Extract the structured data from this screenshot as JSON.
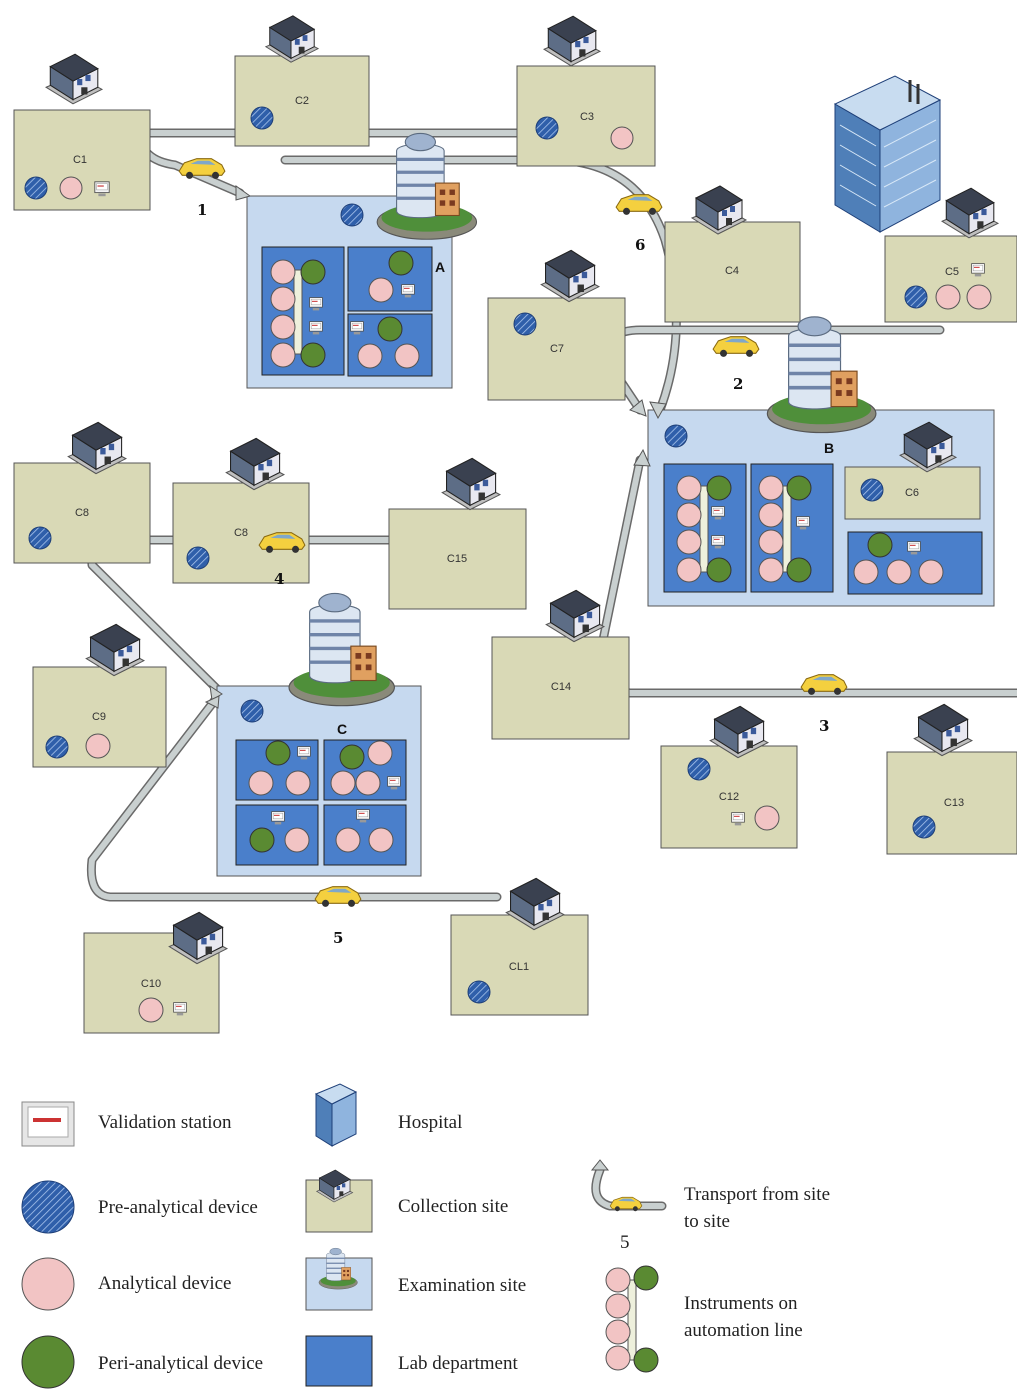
{
  "sites": [
    {
      "id": "c1",
      "label": "C1"
    },
    {
      "id": "c2",
      "label": "C2"
    },
    {
      "id": "c3",
      "label": "C3"
    },
    {
      "id": "c4",
      "label": "C4"
    },
    {
      "id": "c5",
      "label": "C5"
    },
    {
      "id": "c6",
      "label": "C6"
    },
    {
      "id": "c7",
      "label": "C7"
    },
    {
      "id": "c8a",
      "label": "C8"
    },
    {
      "id": "c8b",
      "label": "C8"
    },
    {
      "id": "c9",
      "label": "C9"
    },
    {
      "id": "c10",
      "label": "C10"
    },
    {
      "id": "c11",
      "label": "CL1"
    },
    {
      "id": "c12",
      "label": "C12"
    },
    {
      "id": "c13",
      "label": "C13"
    },
    {
      "id": "c14",
      "label": "C14"
    },
    {
      "id": "c15",
      "label": "C15"
    }
  ],
  "exam_sites": {
    "a": "A",
    "b": "B",
    "c": "C"
  },
  "routes": [
    "1",
    "2",
    "3",
    "4",
    "5",
    "6"
  ],
  "legend": {
    "validation_station": "Validation  station",
    "pre_analytical": "Pre-analytical  device",
    "analytical": "Analytical  device",
    "peri_analytical": "Peri-analytical  device",
    "hospital": "Hospital",
    "collection_site": "Collection  site",
    "examination_site": "Examination  site",
    "lab_department": "Lab department",
    "transport_line1": "Transport from site",
    "transport_line2": "to site",
    "transport_number": "5",
    "instruments_line1": "Instruments on",
    "instruments_line2": "automation line"
  },
  "colors": {
    "collection_fill": "#d9d9b6",
    "exam_fill": "#c6d9ef",
    "lab_fill": "#4a7fcb",
    "pre_analytical": "#2f5faa",
    "analytical": "#f2c4c4",
    "peri_analytical": "#5a8a32",
    "route": "#c9d0d0",
    "taxi": "#f4d03f"
  }
}
